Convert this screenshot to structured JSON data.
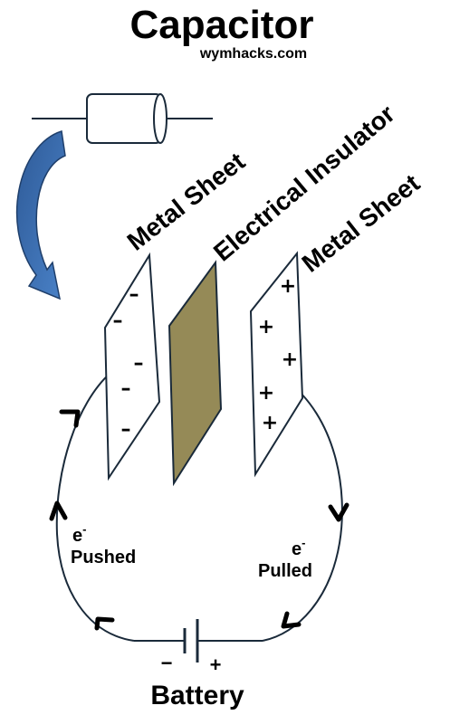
{
  "title": "Capacitor",
  "subtitle": "wymhacks.com",
  "labels": {
    "metal_sheet_left": "Metal Sheet",
    "insulator": "Electrical Insulator",
    "metal_sheet_right": "Metal Sheet",
    "battery": "Battery",
    "electron_left": "e",
    "electron_left_sup": "-",
    "pushed": "Pushed",
    "electron_right": "e",
    "electron_right_sup": "-",
    "pulled": "Pulled",
    "battery_minus": "−",
    "battery_plus": "+"
  },
  "plates": {
    "left_charges": [
      "–",
      "–",
      "–",
      "–",
      "–"
    ],
    "right_charges": [
      "+",
      "+",
      "+",
      "+",
      "+"
    ]
  },
  "colors": {
    "insulator_fill": "#958a57",
    "curved_arrow_fill": "#3a6fb5",
    "curved_arrow_stroke": "#1f3f6b",
    "wire": "#1a2a3a"
  }
}
